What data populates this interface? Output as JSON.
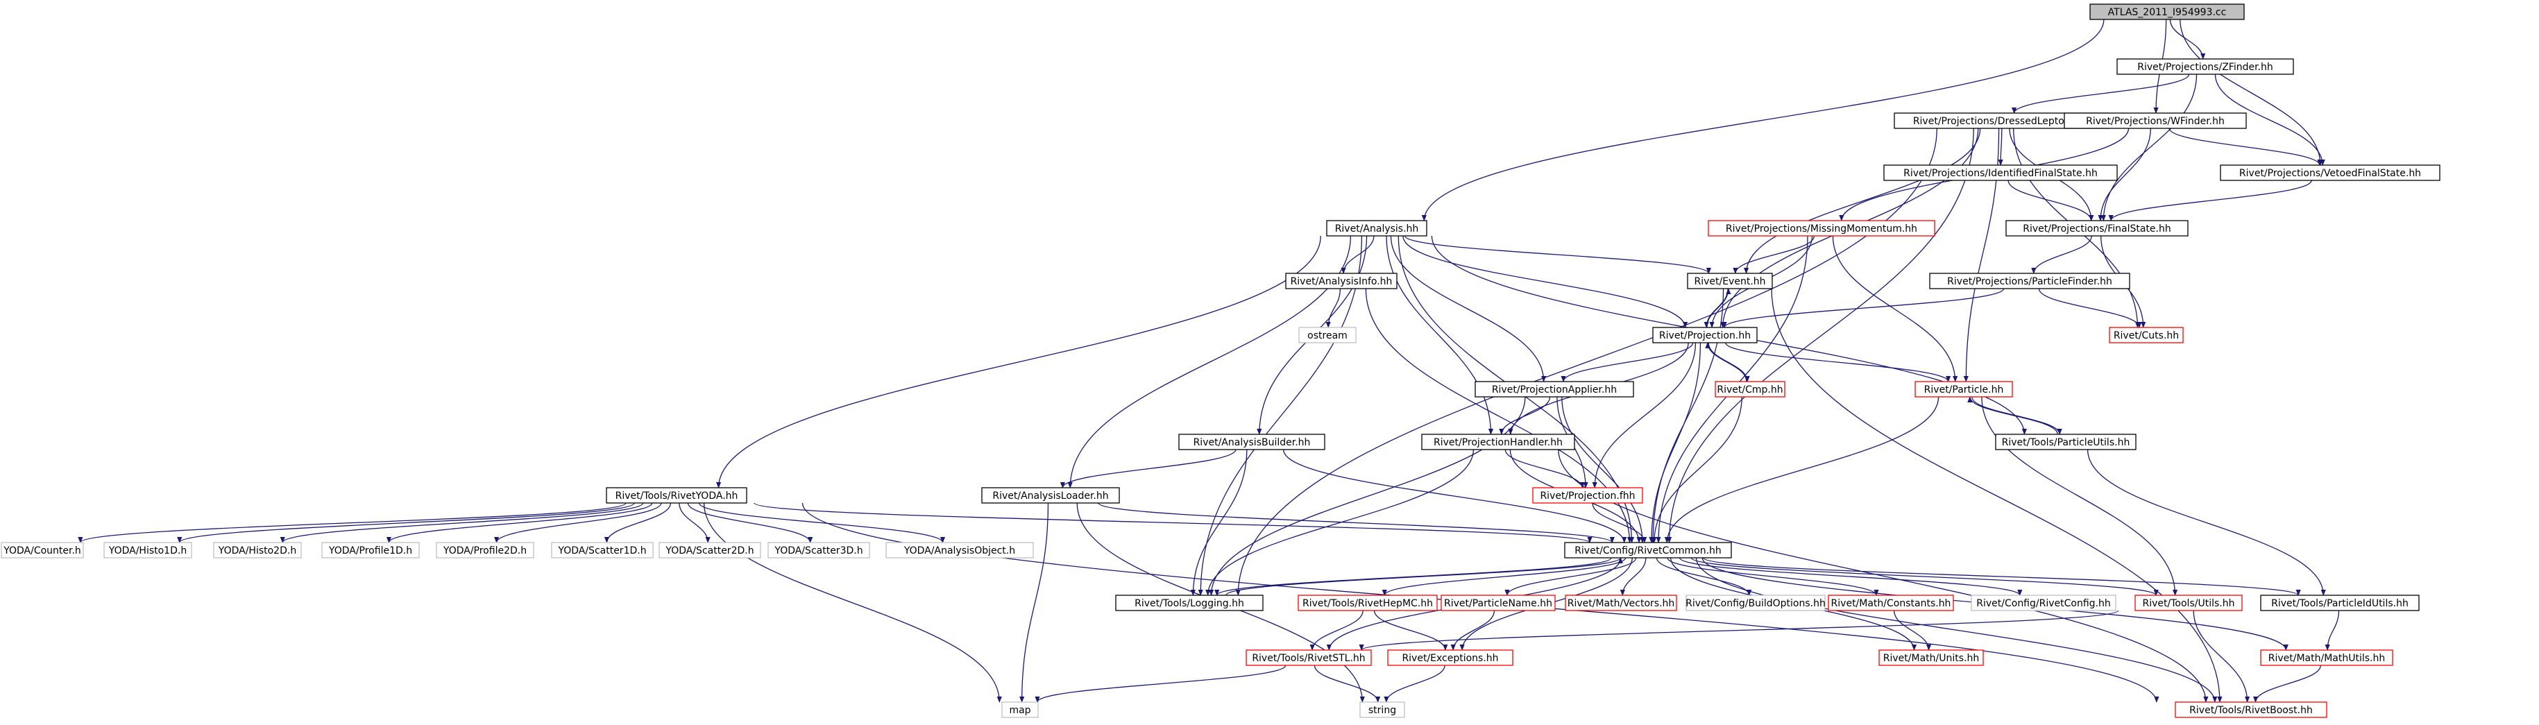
{
  "colors": {
    "edge": "#191970",
    "border_black": "#000000",
    "border_red": "#ff0000",
    "border_gray": "#bfbfbf",
    "root_fill": "#bfbfbf",
    "node_fill": "#ffffff"
  },
  "nodes": {
    "root": "ATLAS_2011_I954993.cc",
    "zfinder": "Rivet/Projections/ZFinder.hh",
    "dressed": "Rivet/Projections/DressedLeptons.hh",
    "wfinder": "Rivet/Projections/WFinder.hh",
    "vetoedfs": "Rivet/Projections/VetoedFinalState.hh",
    "identfs": "Rivet/Projections/IdentifiedFinalState.hh",
    "missmom": "Rivet/Projections/MissingMomentum.hh",
    "finalstate": "Rivet/Projections/FinalState.hh",
    "analysis": "Rivet/Analysis.hh",
    "partfinder": "Rivet/Projections/ParticleFinder.hh",
    "anainfo": "Rivet/AnalysisInfo.hh",
    "event": "Rivet/Event.hh",
    "cuts": "Rivet/Cuts.hh",
    "ostream": "ostream",
    "projection": "Rivet/Projection.hh",
    "projapplier": "Rivet/ProjectionApplier.hh",
    "cmp": "Rivet/Cmp.hh",
    "particle": "Rivet/Particle.hh",
    "anabuilder": "Rivet/AnalysisBuilder.hh",
    "projhandler": "Rivet/ProjectionHandler.hh",
    "partutils": "Rivet/Tools/ParticleUtils.hh",
    "rivetyoda": "Rivet/Tools/RivetYODA.hh",
    "analoader": "Rivet/AnalysisLoader.hh",
    "projfhh": "Rivet/Projection.fhh",
    "yodacounter": "YODA/Counter.h",
    "yodah1": "YODA/Histo1D.h",
    "yodah2": "YODA/Histo2D.h",
    "yodap1": "YODA/Profile1D.h",
    "yodap2": "YODA/Profile2D.h",
    "yodas1": "YODA/Scatter1D.h",
    "yodas2": "YODA/Scatter2D.h",
    "yodas3": "YODA/Scatter3D.h",
    "yodaao": "YODA/AnalysisObject.h",
    "rivetcommon": "Rivet/Config/RivetCommon.hh",
    "logging": "Rivet/Tools/Logging.hh",
    "hepmc": "Rivet/Tools/RivetHepMC.hh",
    "partname": "Rivet/ParticleName.hh",
    "vectors": "Rivet/Math/Vectors.hh",
    "buildopts": "Rivet/Config/BuildOptions.hh",
    "constants": "Rivet/Math/Constants.hh",
    "rivetconfig": "Rivet/Config/RivetConfig.hh",
    "utils": "Rivet/Tools/Utils.hh",
    "pidutils": "Rivet/Tools/ParticleIdUtils.hh",
    "rivetstl": "Rivet/Tools/RivetSTL.hh",
    "exceptions": "Rivet/Exceptions.hh",
    "units": "Rivet/Math/Units.hh",
    "mathutils": "Rivet/Math/MathUtils.hh",
    "map": "map",
    "string": "string",
    "boost": "Rivet/Tools/RivetBoost.hh"
  }
}
